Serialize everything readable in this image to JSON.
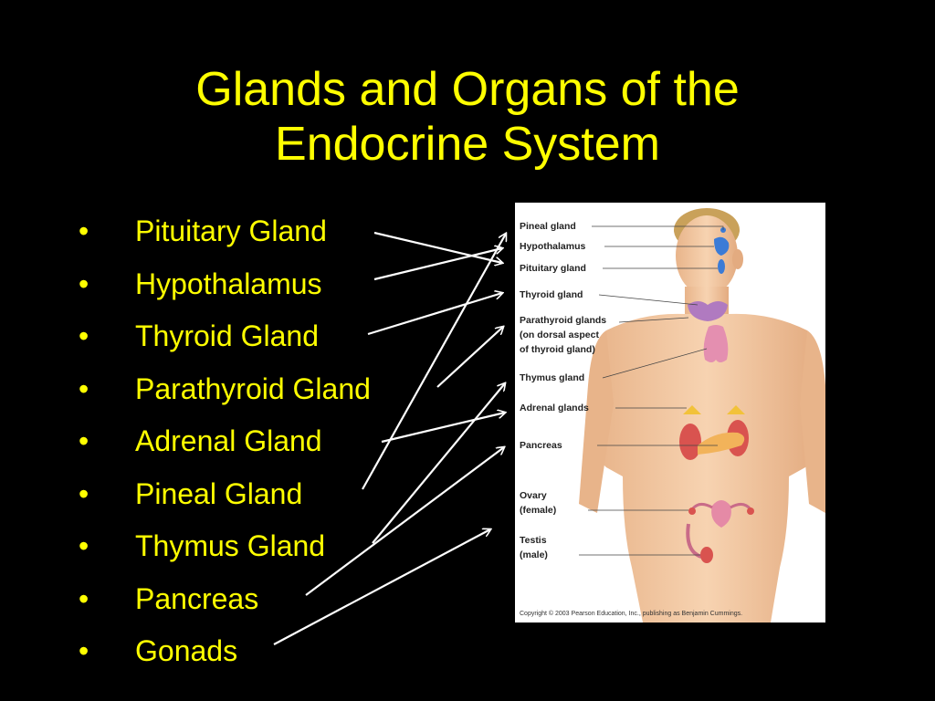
{
  "title": {
    "line1": "Glands and Organs of the",
    "line2": "Endocrine System"
  },
  "bullets": [
    {
      "symbol": "•",
      "text": "Pituitary Gland"
    },
    {
      "symbol": "•",
      "text": "Hypothalamus"
    },
    {
      "symbol": "•",
      "text": "Thyroid Gland"
    },
    {
      "symbol": "•",
      "text": "Parathyroid Gland"
    },
    {
      "symbol": "•",
      "text": "Adrenal Gland"
    },
    {
      "symbol": "•",
      "text": "Pineal Gland"
    },
    {
      "symbol": "•",
      "text": "Thymus Gland"
    },
    {
      "symbol": "•",
      "text": "Pancreas"
    },
    {
      "symbol": "•",
      "text": "Gonads"
    }
  ],
  "figure": {
    "labels": {
      "pineal": "Pineal gland",
      "hypothalamus": "Hypothalamus",
      "pituitary": "Pituitary gland",
      "thyroid": "Thyroid gland",
      "parathyroid_1": "Parathyroid glands",
      "parathyroid_2": "(on dorsal aspect",
      "parathyroid_3": "of thyroid gland)",
      "thymus": "Thymus gland",
      "adrenal": "Adrenal glands",
      "pancreas": "Pancreas",
      "ovary_1": "Ovary",
      "ovary_2": "(female)",
      "testis_1": "Testis",
      "testis_2": "(male)"
    },
    "copyright": "Copyright © 2003 Pearson Education, Inc., publishing as Benjamin Cummings."
  },
  "colors": {
    "background": "#000000",
    "text": "#ffff00",
    "arrows": "#ffffff",
    "skin": "#f3c9a0",
    "organ": "#d9534f"
  }
}
